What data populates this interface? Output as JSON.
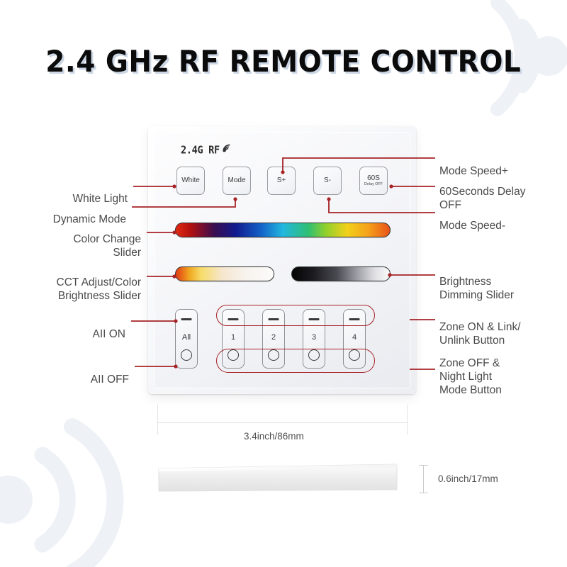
{
  "page": {
    "title": "2.4 GHz RF REMOTE CONTROL",
    "accent_red": "#a62327",
    "text_gray": "#4a4a4a",
    "deco_gray": "#eef1f6"
  },
  "panel": {
    "brand_text": "2.4G RF",
    "brand_icon": "rf-signal-icon",
    "keys": [
      {
        "id": "white",
        "label": "White",
        "sub": ""
      },
      {
        "id": "mode",
        "label": "Mode",
        "sub": ""
      },
      {
        "id": "splus",
        "label": "S+",
        "sub": ""
      },
      {
        "id": "sminus",
        "label": "S-",
        "sub": ""
      },
      {
        "id": "delay",
        "label": "60S",
        "sub": "Delay OFF"
      }
    ],
    "sliders": [
      {
        "id": "color",
        "name": "color-change-slider"
      },
      {
        "id": "cct",
        "name": "cct-color-brightness-slider"
      },
      {
        "id": "brightness",
        "name": "brightness-dimming-slider"
      }
    ],
    "zone_all_label": "All",
    "zones": [
      "1",
      "2",
      "3",
      "4"
    ]
  },
  "callouts": {
    "left": [
      {
        "id": "white-light",
        "text": "White Light"
      },
      {
        "id": "dynamic-mode",
        "text": "Dynamic Mode"
      },
      {
        "id": "color-change",
        "text": "Color Change\nSlider"
      },
      {
        "id": "cct-adjust",
        "text": "CCT Adjust/Color\nBrightness  Slider"
      },
      {
        "id": "all-on",
        "text": "AII ON"
      },
      {
        "id": "all-off",
        "text": "AII OFF"
      }
    ],
    "right": [
      {
        "id": "mode-speed-up",
        "text": "Mode Speed+"
      },
      {
        "id": "delay-off",
        "text": "60Seconds Delay\nOFF"
      },
      {
        "id": "mode-speed-down",
        "text": "Mode Speed-"
      },
      {
        "id": "brightness-dim",
        "text": "Brightness\nDimming Slider"
      },
      {
        "id": "zone-on-link",
        "text": "Zone ON &  Link/\nUnlink Button"
      },
      {
        "id": "zone-off-night",
        "text": "Zone OFF &\nNight Light\nMode Button"
      }
    ]
  },
  "dimensions": {
    "width_label": "3.4inch/86mm",
    "thickness_label": "0.6inch/17mm"
  }
}
